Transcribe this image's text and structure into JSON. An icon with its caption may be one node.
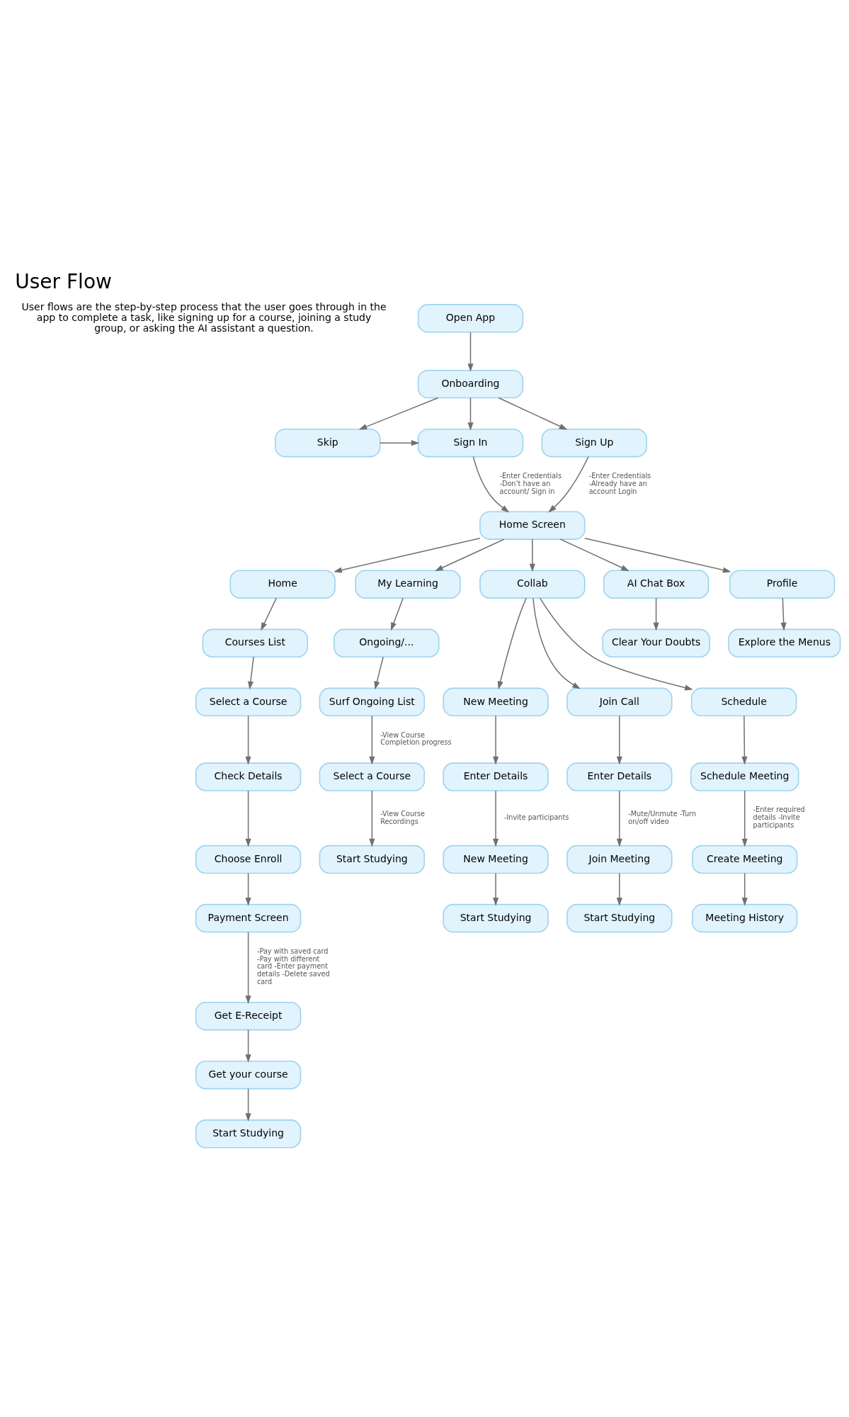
{
  "diagram": {
    "title": "User Flow",
    "nodes": [
      {
        "text": [
          "Open App"
        ]
      },
      {
        "text": [
          "Onboarding"
        ]
      },
      {
        "text": [
          "Skip"
        ]
      },
      {
        "text": [
          "Sign In"
        ]
      },
      {
        "text": [
          "Sign Up"
        ]
      },
      {
        "text": [
          "Home Screen"
        ]
      },
      {
        "text": [
          "Home"
        ]
      },
      {
        "text": [
          "My Learning"
        ]
      },
      {
        "text": [
          "Collab"
        ]
      },
      {
        "text": [
          "AI Chat Box"
        ]
      },
      {
        "text": [
          "Profile"
        ]
      },
      {
        "text": [
          "Courses List"
        ]
      },
      {
        "text": [
          "Ongoing/..."
        ]
      },
      {
        "text": [
          "Clear Your Doubts"
        ]
      },
      {
        "text": [
          "Explore the Menus"
        ]
      },
      {
        "text": [
          "Select a Course"
        ]
      },
      {
        "text": [
          "Surf Ongoing List"
        ]
      },
      {
        "text": [
          "New Meeting"
        ]
      },
      {
        "text": [
          "Join Call"
        ]
      },
      {
        "text": [
          "Schedule"
        ]
      },
      {
        "text": [
          "Check Details"
        ]
      },
      {
        "text": [
          "Select a Course"
        ]
      },
      {
        "text": [
          "Enter Details"
        ]
      },
      {
        "text": [
          "Enter Details"
        ]
      },
      {
        "text": [
          "Schedule Meeting"
        ]
      },
      {
        "text": [
          "Choose Enroll"
        ]
      },
      {
        "text": [
          "Start Studying"
        ]
      },
      {
        "text": [
          "New Meeting"
        ]
      },
      {
        "text": [
          "Join Meeting"
        ]
      },
      {
        "text": [
          "Create Meeting"
        ]
      },
      {
        "text": [
          "Payment Screen"
        ]
      },
      {
        "text": [
          "Start Studying"
        ]
      },
      {
        "text": [
          "Start Studying"
        ]
      },
      {
        "text": [
          "Meeting History"
        ]
      },
      {
        "text": [
          "Get E-Receipt"
        ]
      },
      {
        "text": [
          "Get your course"
        ]
      },
      {
        "text": [
          "Start Studying"
        ]
      }
    ],
    "edges": [
      {
        "from": 0,
        "to": 1,
        "arrow": "to"
      },
      {
        "from": 1,
        "to": 2,
        "arrow": "to"
      },
      {
        "from": 1,
        "to": 3,
        "arrow": "to"
      },
      {
        "from": 1,
        "to": 4,
        "arrow": "to"
      },
      {
        "from": 2,
        "to": 3,
        "arrow": "to"
      },
      {
        "from": 3,
        "to": 5,
        "arrow": "to",
        "label": "-Enter Credentials -Don’t have an account/ Sign in"
      },
      {
        "from": 4,
        "to": 5,
        "arrow": "to",
        "label": "-Enter Credentials -Already have an account Login"
      },
      {
        "from": 5,
        "to": 6,
        "arrow": "to"
      },
      {
        "from": 5,
        "to": 7,
        "arrow": "to"
      },
      {
        "from": 5,
        "to": 8,
        "arrow": "to"
      },
      {
        "from": 5,
        "to": 9,
        "arrow": "to"
      },
      {
        "from": 5,
        "to": 10,
        "arrow": "to"
      },
      {
        "from": 6,
        "to": 11,
        "arrow": "to"
      },
      {
        "from": 7,
        "to": 12,
        "arrow": "to"
      },
      {
        "from": 9,
        "to": 13,
        "arrow": "to"
      },
      {
        "from": 10,
        "to": 14,
        "arrow": "to"
      },
      {
        "from": 11,
        "to": 15,
        "arrow": "to"
      },
      {
        "from": 12,
        "to": 16,
        "arrow": "to"
      },
      {
        "from": 8,
        "to": 17,
        "arrow": "to"
      },
      {
        "from": 8,
        "to": 18,
        "arrow": "to"
      },
      {
        "from": 8,
        "to": 19,
        "arrow": "to"
      },
      {
        "from": 15,
        "to": 20,
        "arrow": "to"
      },
      {
        "from": 16,
        "to": 21,
        "arrow": "to",
        "label": "-View Course Completion progress"
      },
      {
        "from": 17,
        "to": 22,
        "arrow": "to"
      },
      {
        "from": 18,
        "to": 23,
        "arrow": "to"
      },
      {
        "from": 19,
        "to": 24,
        "arrow": "to"
      },
      {
        "from": 20,
        "to": 25,
        "arrow": "to"
      },
      {
        "from": 21,
        "to": 26,
        "arrow": "to",
        "label": "-View Course Recordings"
      },
      {
        "from": 22,
        "to": 27,
        "arrow": "to",
        "label": "-Invite participants"
      },
      {
        "from": 23,
        "to": 28,
        "arrow": "to",
        "label": "-Mute/Unmute -Turn on/off video"
      },
      {
        "from": 24,
        "to": 29,
        "arrow": "to",
        "label": "-Enter required details -Invite participants"
      },
      {
        "from": 25,
        "to": 30,
        "arrow": "to"
      },
      {
        "from": 27,
        "to": 31,
        "arrow": "to"
      },
      {
        "from": 28,
        "to": 32,
        "arrow": "to"
      },
      {
        "from": 29,
        "to": 33,
        "arrow": "to"
      },
      {
        "from": 30,
        "to": 34,
        "arrow": "to",
        "label": "-Pay with saved card -Pay with different card -Enter payment details -Delete saved card"
      },
      {
        "from": 34,
        "to": 35,
        "arrow": "to"
      },
      {
        "from": 35,
        "to": 36,
        "arrow": "to"
      }
    ],
    "labels": [
      "User flows are the step-by-step process that the user goes through in the app to complete a task, like signing up for a course, joining a study group, or asking the AI assistant a question."
    ]
  }
}
